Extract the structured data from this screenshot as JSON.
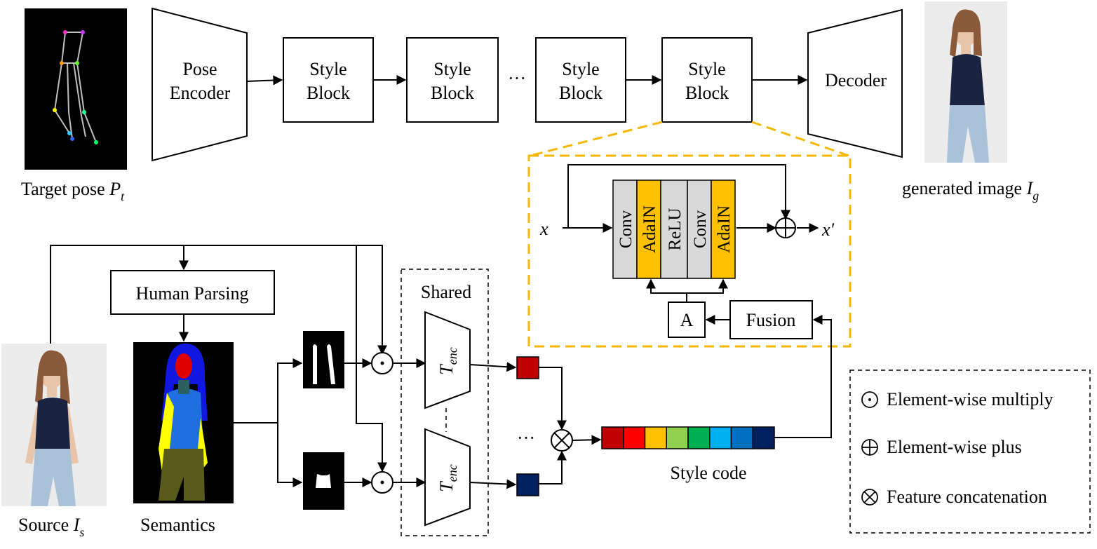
{
  "pose_image": {
    "caption": "Target pose ",
    "symbol": "P",
    "sub": "t"
  },
  "pose_encoder": {
    "line1": "Pose",
    "line2": "Encoder"
  },
  "style_blocks": [
    {
      "line1": "Style",
      "line2": "Block"
    },
    {
      "line1": "Style",
      "line2": "Block"
    },
    {
      "line1": "Style",
      "line2": "Block"
    },
    {
      "line1": "Style",
      "line2": "Block"
    }
  ],
  "ellipsis": "···",
  "decoder": {
    "label": "Decoder"
  },
  "generated": {
    "caption": "generated image ",
    "symbol": "I",
    "sub": "g"
  },
  "block_detail": {
    "input": "x",
    "output": "x′",
    "layers": [
      "Conv",
      "AdaIN",
      "ReLU",
      "Conv",
      "AdaIN"
    ],
    "a_label": "A",
    "fusion_label": "Fusion"
  },
  "human_parsing": {
    "label": "Human Parsing"
  },
  "source": {
    "caption": "Source ",
    "symbol": "I",
    "sub": "s"
  },
  "semantics": {
    "caption": "Semantics"
  },
  "shared": {
    "label": "Shared"
  },
  "encoder": {
    "symbol": "T",
    "sub": "enc"
  },
  "concat_ellipsis": "···",
  "style_code": {
    "label": "Style code",
    "colors": [
      "#c00000",
      "#ff0000",
      "#ffc000",
      "#92d050",
      "#00b050",
      "#00b0f0",
      "#0070c0",
      "#002060"
    ]
  },
  "legend": {
    "items": [
      {
        "symbol": "⊙",
        "label": "Element-wise multiply"
      },
      {
        "symbol": "⊕",
        "label": "Element-wise plus"
      },
      {
        "symbol": "⊗",
        "label": "Feature concatenation"
      }
    ]
  },
  "colors": {
    "gold": "#f5b800",
    "layer_gray": "#d9d9d9",
    "adain": "#ffc000",
    "feat_red": "#c00000",
    "feat_navy": "#002060"
  }
}
